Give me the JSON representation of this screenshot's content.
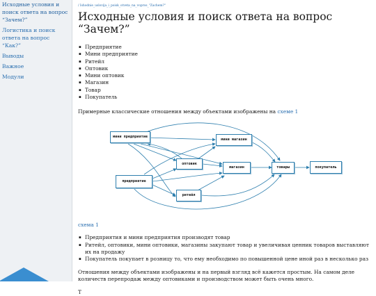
{
  "sidebar": {
    "items": [
      {
        "label": "Исходные условия и поиск ответа на вопрос “Зачем?”"
      },
      {
        "label": "Логистика и поиск ответа на вопрос “Как?”"
      },
      {
        "label": "Выводы"
      },
      {
        "label": "Важное"
      },
      {
        "label": "Модули"
      }
    ]
  },
  "main": {
    "breadcrumb": "/ Ishodnie_uslovija_i_poisk_otveta_na_vopros_\"Zachem?\"",
    "title": "Исходные условия и поиск ответа на вопрос “Зачем?”",
    "objects": [
      "Предприятие",
      "Мини предприятие",
      "Ритейл",
      "Оптовик",
      "Мини оптовик",
      "Магазин",
      "Товар",
      "Покупатель"
    ],
    "intro_text": "Примерные классические отношения между объектами изображены на ",
    "intro_link": "схеме 1",
    "caption": "схема 1",
    "relations": [
      "Предприятия и мини предприятия производят товар",
      "Ритейл, оптовики, мини оптовики, магазины закупают товар и увеличивая ценник товаров выставляют их на продажу",
      "Покупатель покупает в розницу то, что ему необходимо по повышенной цене иной раз в несколько раз"
    ],
    "paragraph": "Отношения между объектами изображены и на первый взгляд всё кажется простым. На самом деле количеств перепродаж между оптовиками и производством может быть очень много.",
    "cut_line": "Т"
  },
  "diagram": {
    "nodes": {
      "mini_enterprise": "мини предприятие",
      "mini_store": "мини магазин",
      "wholesaler": "оптовик",
      "store": "магазин",
      "goods": "товары",
      "buyer": "покупатель",
      "enterprise": "предприятие",
      "retail": "ритейл"
    }
  }
}
